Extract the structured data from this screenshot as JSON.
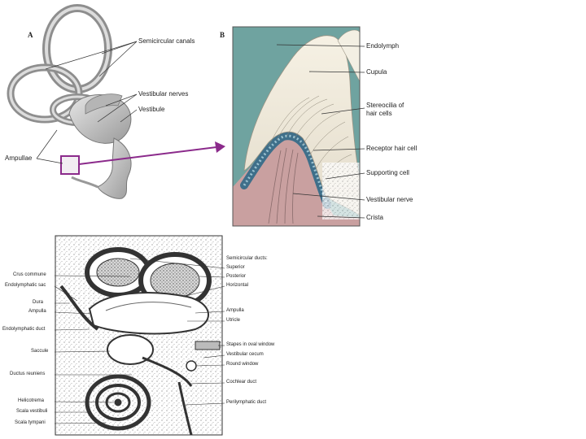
{
  "panel_a": {
    "letter": "A",
    "labels": {
      "semicircular_canals": "Semicircular canals",
      "vestibular_nerves": "Vestibular nerves",
      "vestibule": "Vestibule",
      "ampullae": "Ampullae"
    }
  },
  "panel_b": {
    "letter": "B",
    "labels": {
      "endolymph": "Endolymph",
      "cupula": "Cupula",
      "stereocilia_1": "Stereocilia of",
      "stereocilia_2": "hair cells",
      "receptor_hair_cell": "Receptor hair cell",
      "supporting_cell": "Supporting cell",
      "vestibular_nerve": "Vestibular nerve",
      "crista": "Crista"
    }
  },
  "panel_c": {
    "left_labels": {
      "crus_commune": "Crus commune",
      "endolymphatic_sac": "Endolymphatic sac",
      "dura": "Dura",
      "ampulla": "Ampulla",
      "endolymphatic_duct": "Endolymphatic duct",
      "saccule": "Saccule",
      "ductus_reuniens": "Ductus reuniens",
      "helicotrema": "Helicotrema",
      "scala_vestibuli": "Scala vestibuli",
      "scala_tympani": "Scala tympani"
    },
    "right_labels": {
      "semicircular_ducts": "Semicircular ducts:",
      "superior": "Superior",
      "posterior": "Posterior",
      "horizontal": "Horizontal",
      "ampulla": "Ampulla",
      "utricle": "Utricle",
      "stapes": "Stapes in oval window",
      "vestibular_cecum": "Vestibular cecum",
      "round_window": "Round window",
      "cochlear_duct": "Cochlear duct",
      "perilymphatic_duct": "Perilymphatic duct"
    }
  },
  "colors": {
    "endolymph_teal": "#6fa3a0",
    "crista_pink": "#c9a0a0",
    "pointer_purple": "#8b2a8b"
  }
}
